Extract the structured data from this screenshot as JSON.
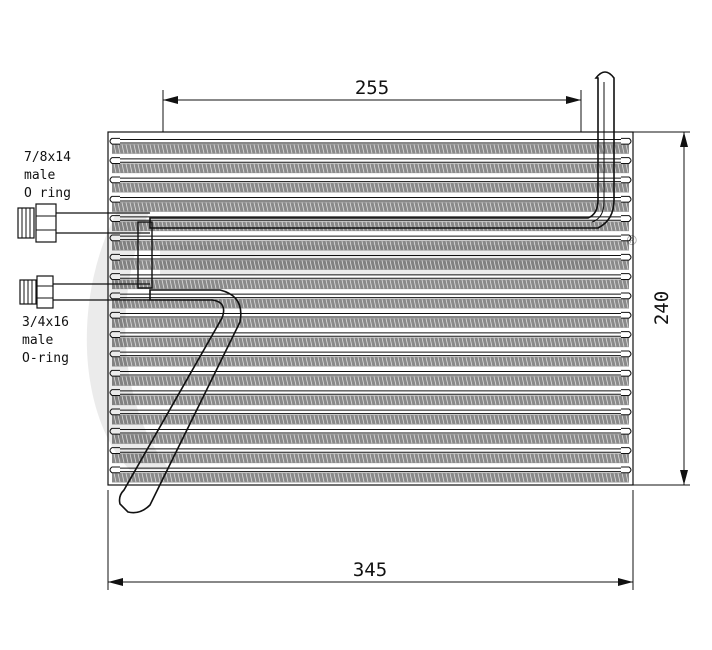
{
  "dimensions": {
    "top_width": "255",
    "bottom_width": "345",
    "height": "240"
  },
  "fittings": {
    "upper": {
      "line1": "7/8x14",
      "line2": "male",
      "line3": "O ring"
    },
    "lower": {
      "line1": "3/4x16",
      "line2": "male",
      "line3": "O-ring"
    }
  },
  "watermark": {
    "mark": "®"
  },
  "core": {
    "tube_rows": 18
  }
}
